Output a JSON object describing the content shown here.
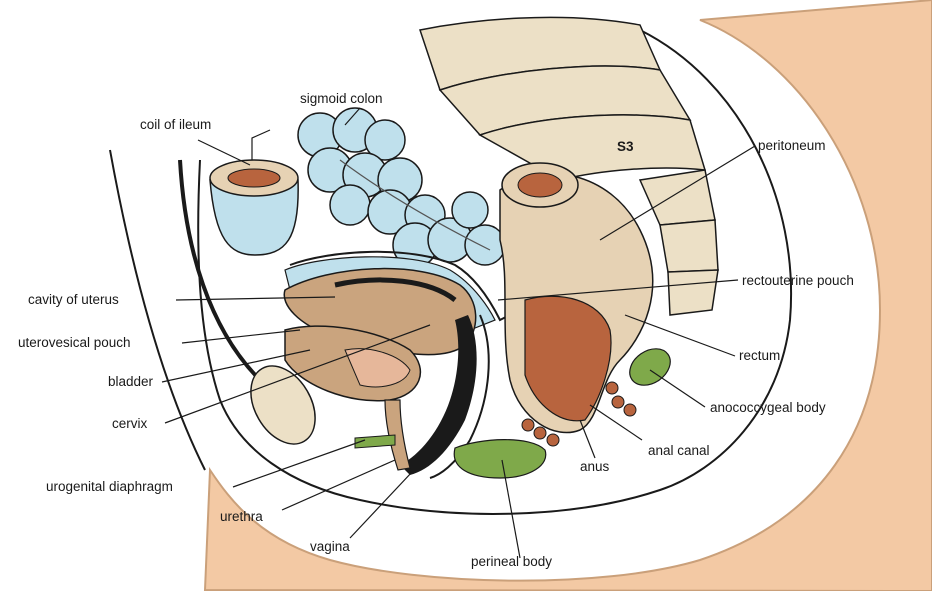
{
  "labels": {
    "sigmoid_colon": "sigmoid colon",
    "coil_of_ileum": "coil of ileum",
    "s3": "S3",
    "peritoneum": "peritoneum",
    "rectouterine_pouch": "rectouterine pouch",
    "cavity_of_uterus": "cavity of uterus",
    "uterovesical_pouch": "uterovesical pouch",
    "rectum": "rectum",
    "bladder": "bladder",
    "anococcygeal_body": "anococcygeal body",
    "cervix": "cervix",
    "anal_canal": "anal canal",
    "anus": "anus",
    "urogenital_diaphragm": "urogenital diaphragm",
    "urethra": "urethra",
    "vagina": "vagina",
    "perineal_body": "perineal body"
  },
  "colors": {
    "skin": "#f3c9a4",
    "skin_edge": "#caa07a",
    "sacrum": "#ece0c6",
    "colon": "#bfe0ec",
    "uterus": "#caa47e",
    "rectum_muscle": "#b8643e",
    "perineal_green": "#7fa94a",
    "outline": "#1a1a1a"
  }
}
